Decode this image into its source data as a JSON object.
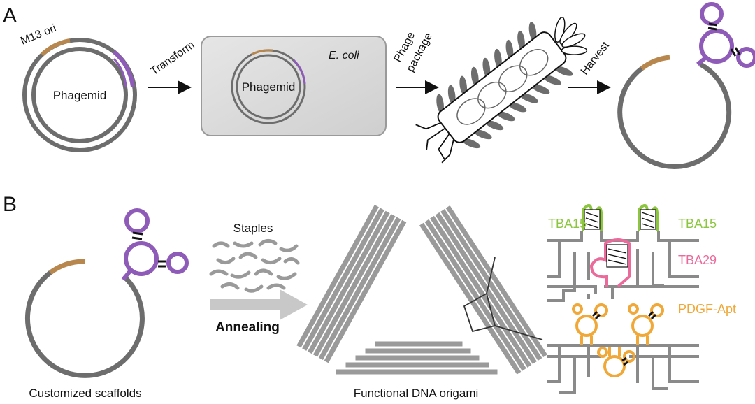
{
  "panels": {
    "a": {
      "label": "A",
      "m13_ori": "M13 ori",
      "phagemid": "Phagemid",
      "transform": "Transform",
      "ecoli": "E. coli",
      "phagemid_inner": "Phagemid",
      "phage_package_line1": "Phage",
      "phage_package_line2": "package",
      "harvest": "Harvest"
    },
    "b": {
      "label": "B",
      "customized_scaffolds": "Customized scaffolds",
      "staples": "Staples",
      "annealing": "Annealing",
      "functional_origami": "Functional DNA origami",
      "tba15_left": "TBA15",
      "tba15_right": "TBA15",
      "tba29": "TBA29",
      "pdgf_apt": "PDGF-Apt"
    }
  },
  "colors": {
    "scaffold_gray": "#6d6d6d",
    "ori_tan": "#b8874e",
    "aptamer_purple": "#8e5bb8",
    "tba15_green": "#8cc63f",
    "tba29_pink": "#ea6a9a",
    "pdgf_orange": "#f0a838",
    "arrow_gray": "#c8c8c8"
  },
  "icons": [
    "arrow-right-icon",
    "phage-icon",
    "ecoli-cell-icon",
    "staple-strands-icon",
    "triangle-origami-icon"
  ]
}
